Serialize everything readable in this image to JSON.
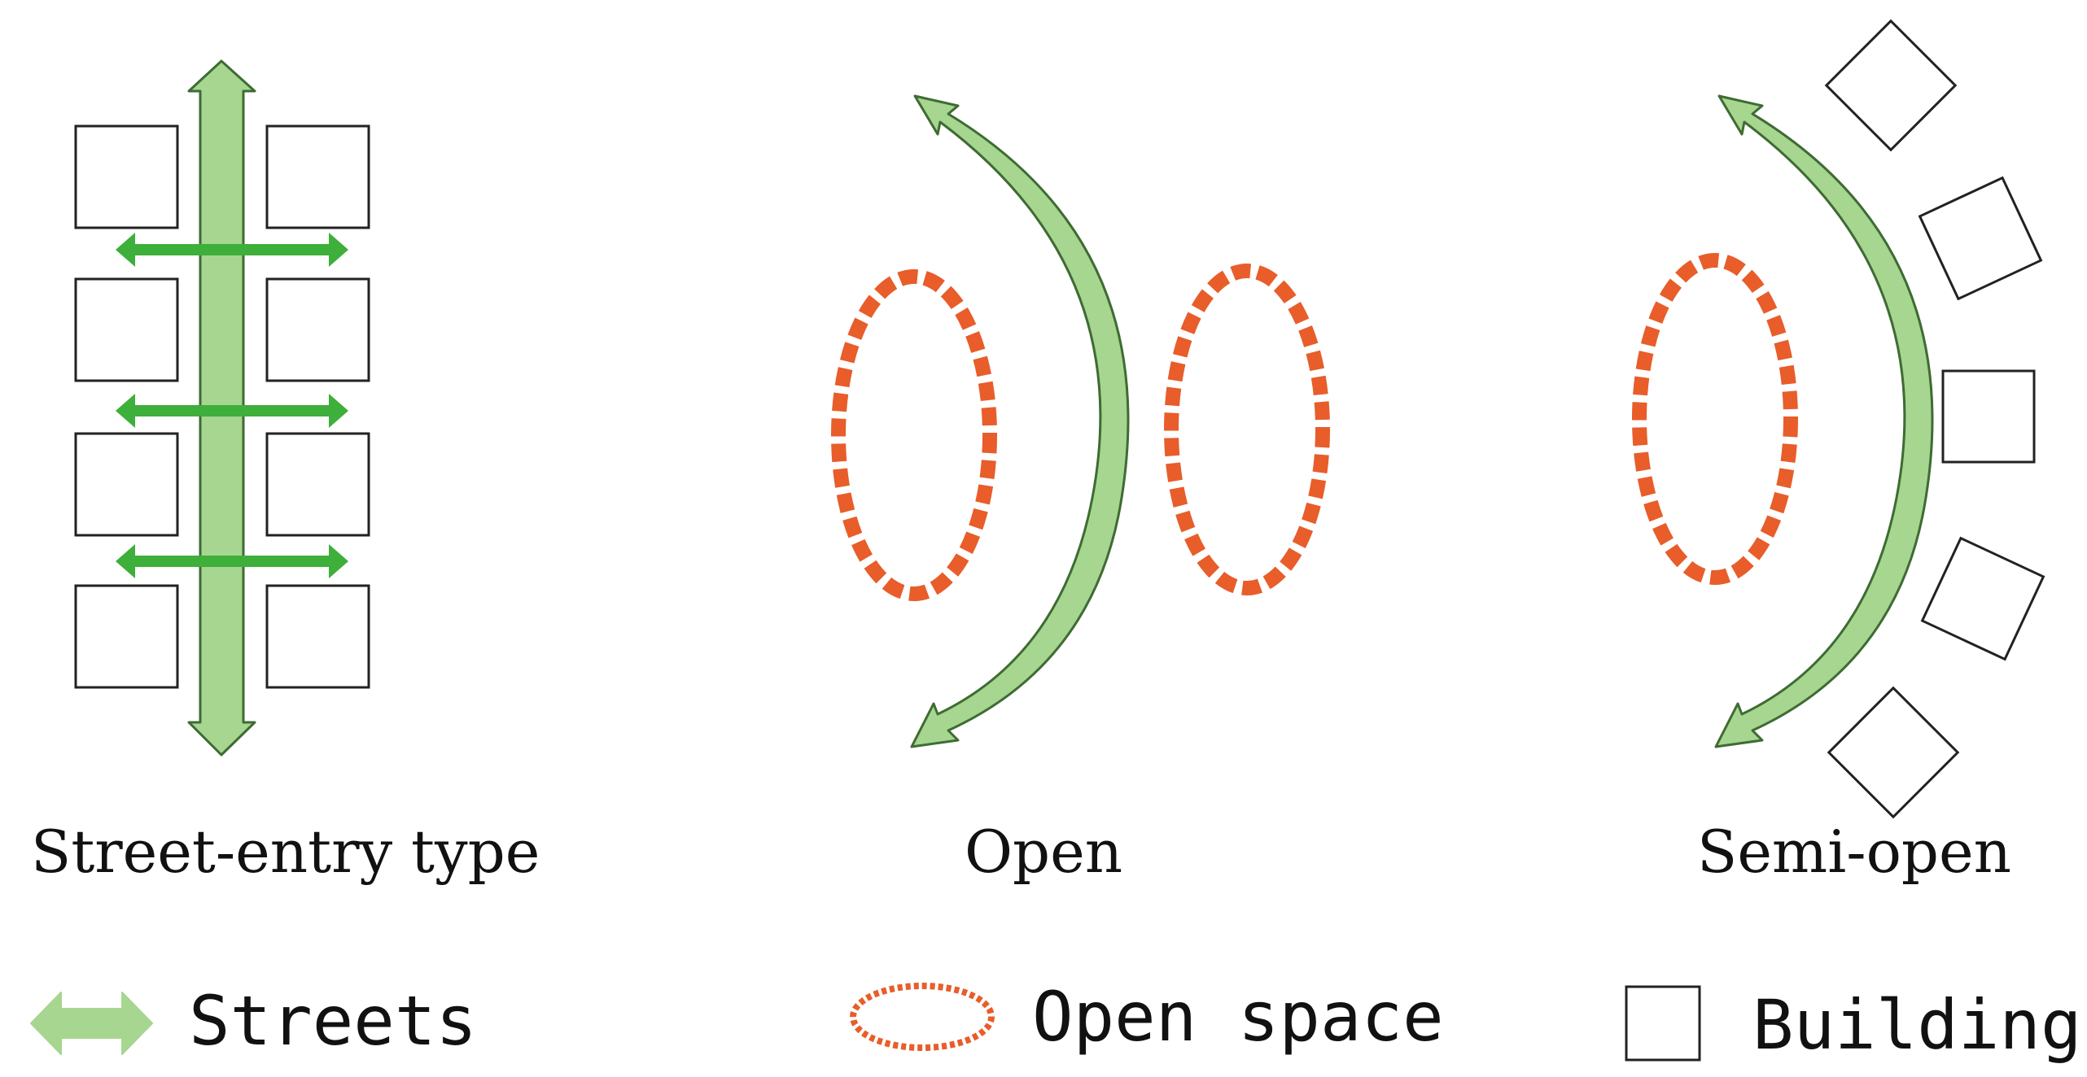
{
  "panels": [
    {
      "caption": "Street-entry type"
    },
    {
      "caption": "Open"
    },
    {
      "caption": "Semi-open"
    }
  ],
  "legend": {
    "streets": "Streets",
    "open_space": "Open space",
    "buildings": "Buildings"
  },
  "colors": {
    "street_fill": "#a6d68f",
    "street_stroke": "#3f6b34",
    "cross_street": "#3daf3a",
    "open_space": "#e85d2a",
    "building_stroke": "#222222"
  }
}
